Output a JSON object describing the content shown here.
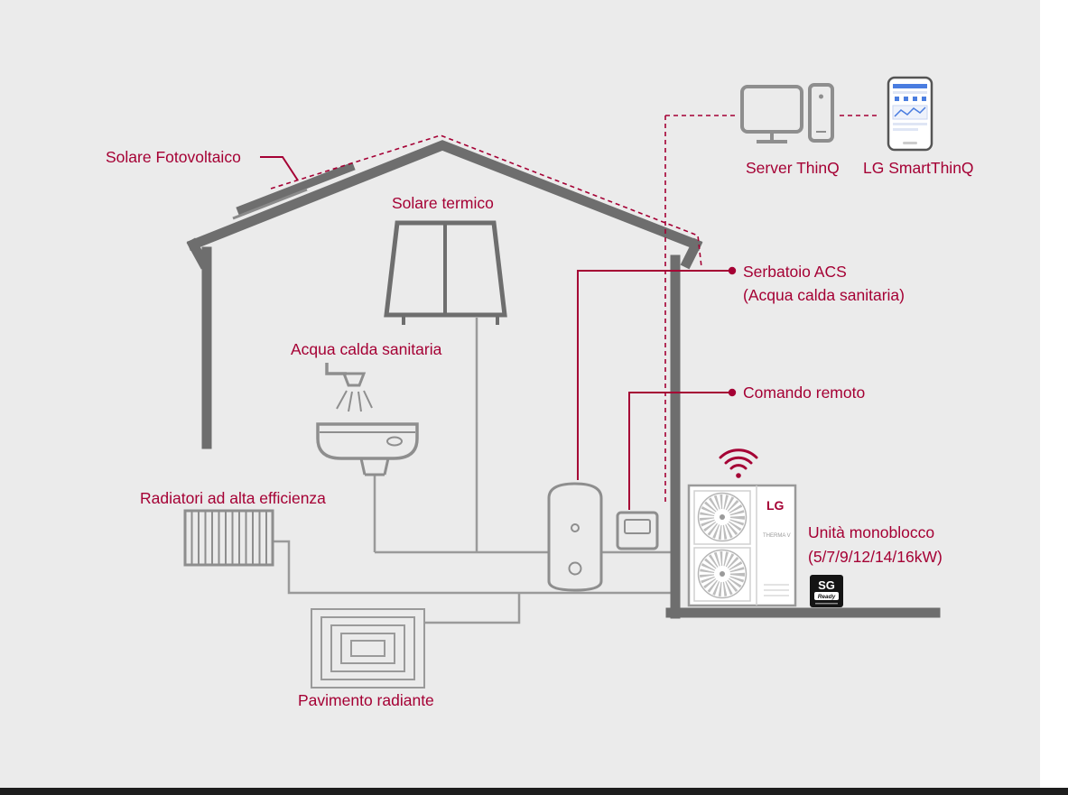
{
  "page": {
    "background": "#ebebeb",
    "accent": "#a50034",
    "house_color": "#6e6e6e",
    "pipe_color": "#9a9a9a"
  },
  "callouts": {
    "solare_fotovoltaico": "Solare Fotovoltaico",
    "solare_termico": "Solare termico",
    "acqua_calda_sanitaria": "Acqua calda sanitaria",
    "radiatori": "Radiatori ad alta efficienza",
    "pavimento_radiante": "Pavimento radiante",
    "serbatoio_acs_line1": "Serbatoio ACS",
    "serbatoio_acs_line2": "(Acqua calda sanitaria)",
    "comando_remoto": "Comando remoto",
    "unita_monoblocco_line1": "Unità monoblocco",
    "unita_monoblocco_line2": "(5/7/9/12/14/16kW)",
    "server_thinq": "Server ThinQ",
    "lg_smartthinq": "LG SmartThinQ"
  },
  "outdoor_unit": {
    "brand": "LG",
    "model": "THERMA V",
    "sg_badge_top": "SG",
    "sg_badge_label": "Ready"
  }
}
